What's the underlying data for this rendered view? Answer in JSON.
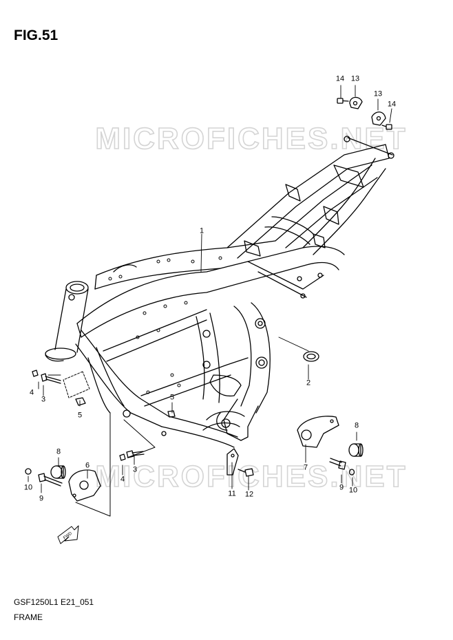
{
  "figure": {
    "title": "FIG.51"
  },
  "watermark": {
    "text": "MICROFICHES.NET"
  },
  "footer": {
    "model_code": "GSF1250L1 E21_051",
    "section": "FRAME"
  },
  "arrow_label": "FWD",
  "callouts": [
    {
      "id": "c14a",
      "text": "14"
    },
    {
      "id": "c13a",
      "text": "13"
    },
    {
      "id": "c13b",
      "text": "13"
    },
    {
      "id": "c14b",
      "text": "14"
    },
    {
      "id": "c1",
      "text": "1"
    },
    {
      "id": "c2",
      "text": "2"
    },
    {
      "id": "c4a",
      "text": "4"
    },
    {
      "id": "c3a",
      "text": "3"
    },
    {
      "id": "c5a",
      "text": "5"
    },
    {
      "id": "c5b",
      "text": "5"
    },
    {
      "id": "c8a",
      "text": "8"
    },
    {
      "id": "c6",
      "text": "6"
    },
    {
      "id": "c10a",
      "text": "10"
    },
    {
      "id": "c9a",
      "text": "9"
    },
    {
      "id": "c4b",
      "text": "4"
    },
    {
      "id": "c3b",
      "text": "3"
    },
    {
      "id": "c11",
      "text": "11"
    },
    {
      "id": "c12",
      "text": "12"
    },
    {
      "id": "c7",
      "text": "7"
    },
    {
      "id": "c8b",
      "text": "8"
    },
    {
      "id": "c9b",
      "text": "9"
    },
    {
      "id": "c10b",
      "text": "10"
    }
  ]
}
